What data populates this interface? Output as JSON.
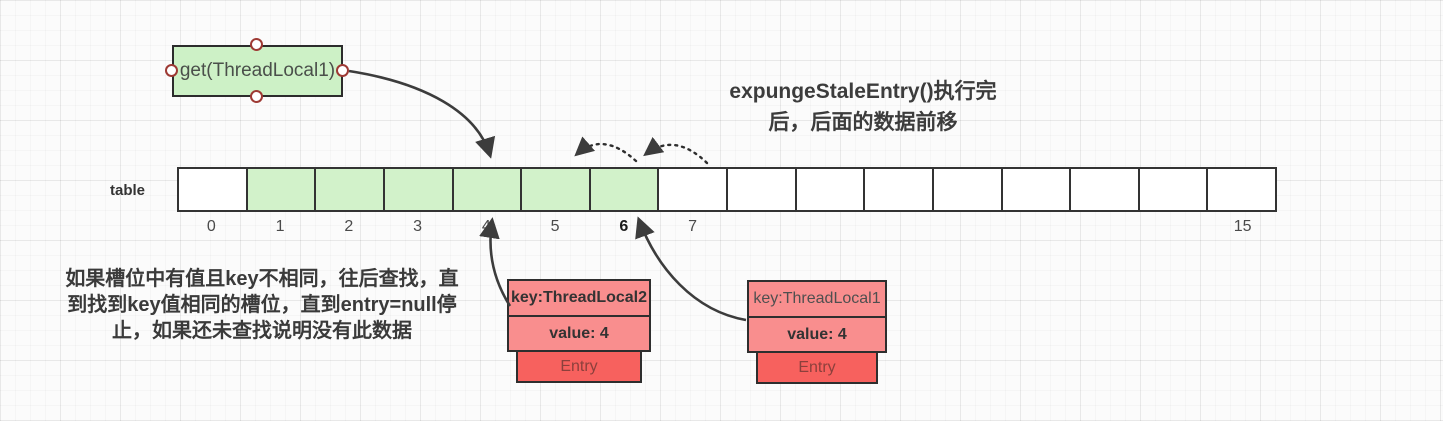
{
  "get_box": {
    "label": "get(ThreadLocal1)"
  },
  "heading": {
    "line1": "expungeStaleEntry()执行完",
    "line2": "后，后面的数据前移"
  },
  "note": {
    "line1": "如果槽位中有值且key不相同，往后查找，直",
    "line2": "到找到key值相同的槽位，直到entry=null停",
    "line3": "止，如果还未查找说明没有此数据"
  },
  "table": {
    "label": "table",
    "cells": [
      {
        "label": "0",
        "green": false,
        "bold": false
      },
      {
        "label": "1",
        "green": true,
        "bold": false
      },
      {
        "label": "2",
        "green": true,
        "bold": false
      },
      {
        "label": "3",
        "green": true,
        "bold": false
      },
      {
        "label": "4",
        "green": true,
        "bold": false
      },
      {
        "label": "5",
        "green": true,
        "bold": false
      },
      {
        "label": "6",
        "green": true,
        "bold": true
      },
      {
        "label": "7",
        "green": false,
        "bold": false
      },
      {
        "label": "",
        "green": false,
        "bold": false
      },
      {
        "label": "",
        "green": false,
        "bold": false
      },
      {
        "label": "",
        "green": false,
        "bold": false
      },
      {
        "label": "",
        "green": false,
        "bold": false
      },
      {
        "label": "",
        "green": false,
        "bold": false
      },
      {
        "label": "",
        "green": false,
        "bold": false
      },
      {
        "label": "",
        "green": false,
        "bold": false
      },
      {
        "label": "15",
        "green": false,
        "bold": false
      }
    ]
  },
  "entries": [
    {
      "key": "key:ThreadLocal2",
      "value": "value: 4",
      "tag": "Entry"
    },
    {
      "key": "key:ThreadLocal1",
      "value": "value: 4",
      "tag": "Entry"
    }
  ],
  "colors": {
    "cell_green": "#d2f2ca",
    "box_green": "#cdf1c6",
    "entry_salmon": "#f98e8e",
    "entry_red": "#f7615e",
    "entry_text": "#8c403c",
    "border_dark": "#2e2e2e",
    "arrow": "#3c3c3c",
    "handle_ring": "#9e3a34"
  }
}
